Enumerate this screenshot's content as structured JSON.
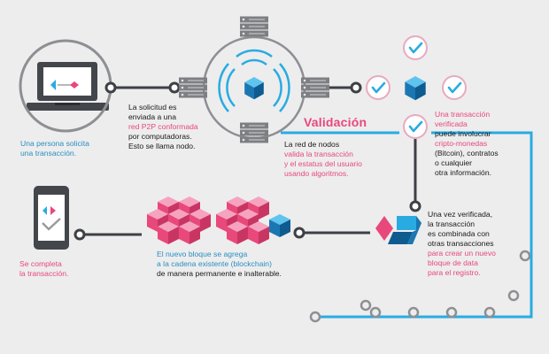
{
  "step1": {
    "lines": [
      "Una persona solicita",
      "una transacción."
    ]
  },
  "step2": {
    "lines": [
      "La solicitud es",
      "enviada a una",
      "red P2P conformada",
      "por computadoras.",
      "Esto se llama nodo."
    ]
  },
  "validation_title": "Validación",
  "step3": {
    "lines": [
      "La red de nodos",
      "valida la transacción",
      "y el estatus del usuario",
      "usando algoritmos."
    ]
  },
  "step4": {
    "lines": [
      "Una transacción",
      "verificada",
      "puede involucrar",
      "cripto-monedas",
      "(Bitcoin), contratos",
      "o cualquier",
      "otra información."
    ]
  },
  "step5": {
    "lines": [
      "Una vez verificada,",
      "la transacción",
      "es combinada con",
      "otras transacciones",
      "para crear un nuevo",
      "bloque de data",
      "para el registro."
    ]
  },
  "step6": {
    "lines": [
      "El nuevo bloque se agrega",
      "a la cadena existente (blockchain)",
      "de manera permanente e inalterable."
    ]
  },
  "step7": {
    "lines": [
      "Se completa",
      "la transacción."
    ]
  },
  "colors": {
    "pink": "#e8487a",
    "blue": "#2a8fc0",
    "cyan": "#29abe2",
    "dark": "#3d4044",
    "gray": "#8c8c8c"
  }
}
